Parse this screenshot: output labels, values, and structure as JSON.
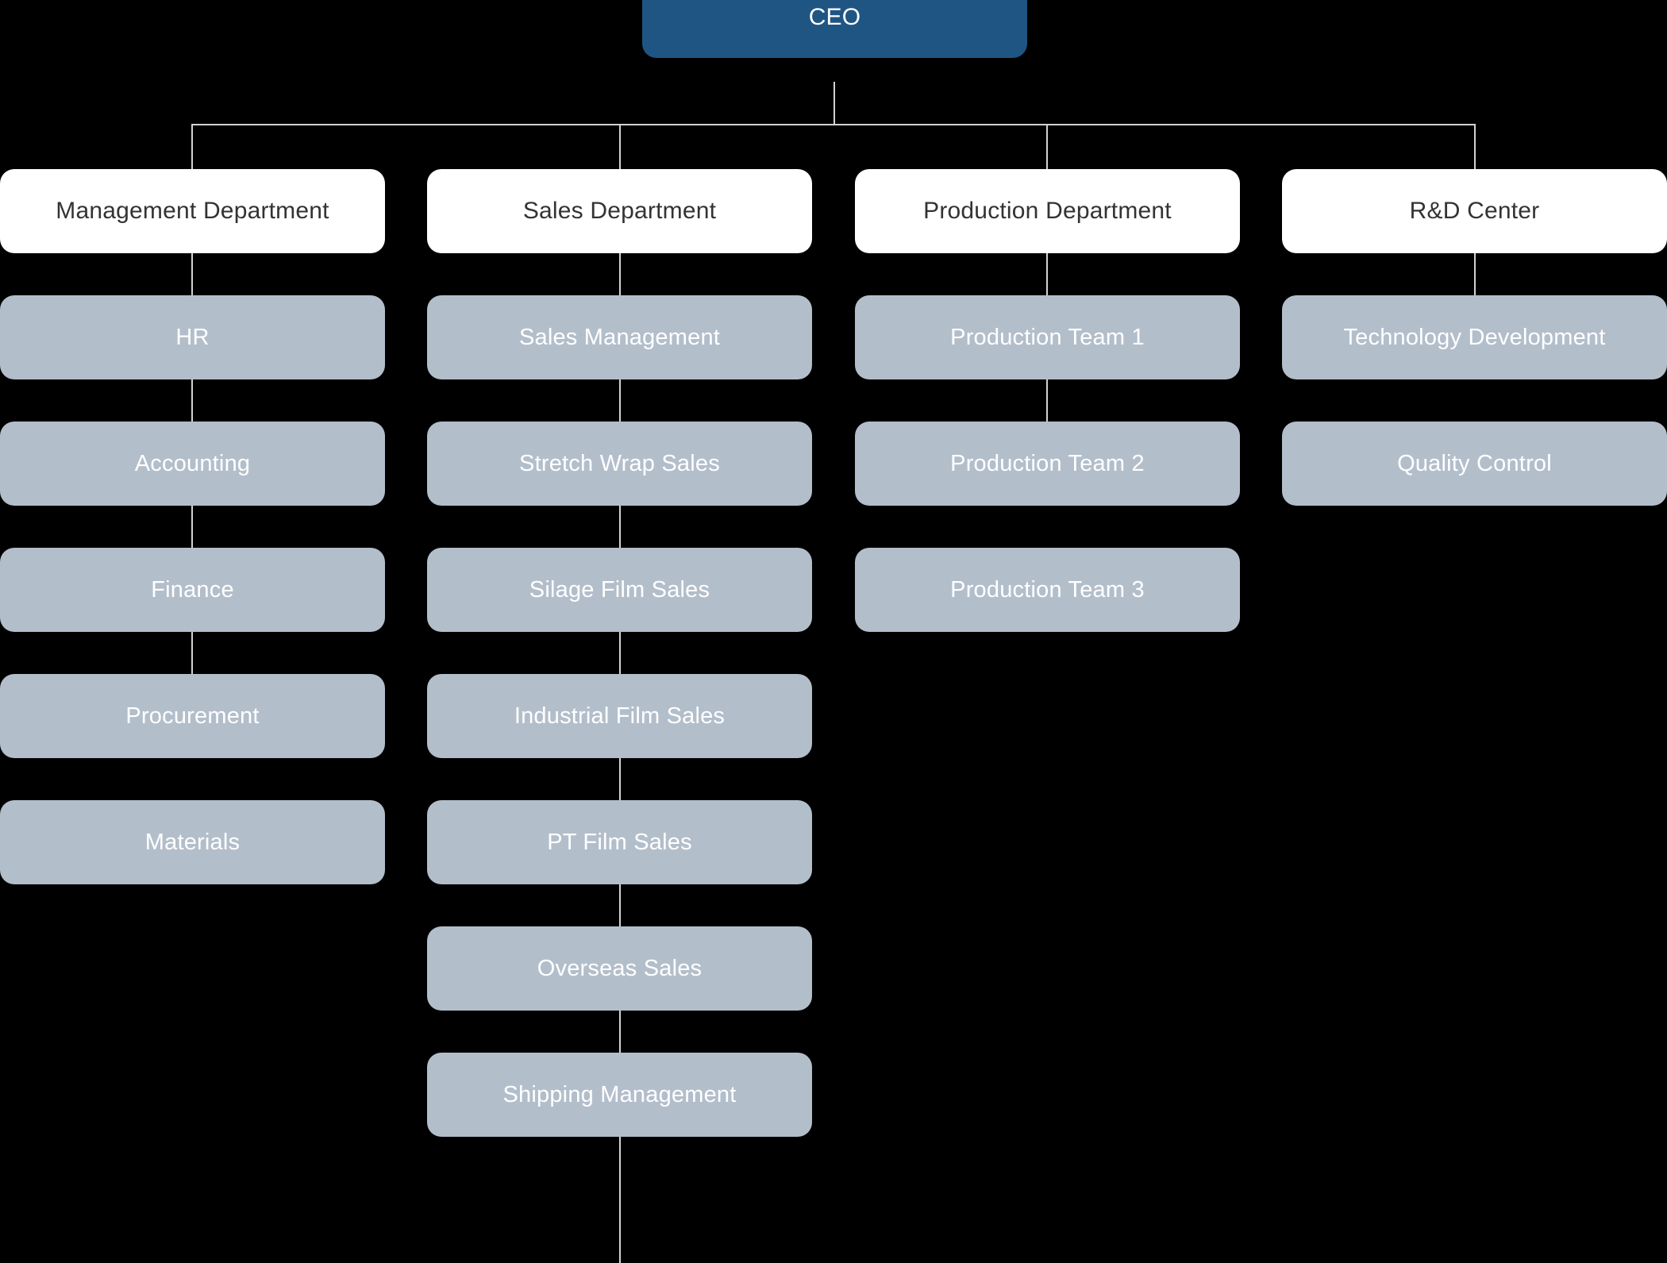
{
  "colors": {
    "background": "#000000",
    "root_box": "#1f5583",
    "root_text": "#ffffff",
    "department_box": "#ffffff",
    "department_text": "#333333",
    "sub_box": "#b3becb",
    "sub_text": "#ffffff",
    "connector_line": "#d2d2d2"
  },
  "chart_data": {
    "type": "diagram",
    "diagram_type": "organization-chart",
    "title": "",
    "root": {
      "label": "CEO",
      "level": 0
    },
    "columns": [
      {
        "department": "Management Department",
        "children": [
          "HR",
          "Accounting",
          "Finance",
          "Procurement",
          "Materials"
        ]
      },
      {
        "department": "Sales Department",
        "children": [
          "Sales Management",
          "Stretch Wrap Sales",
          "Silage Film Sales",
          "Industrial Film Sales",
          "PT Film Sales",
          "Overseas Sales",
          "Shipping Management"
        ]
      },
      {
        "department": "Production Department",
        "children": [
          "Production Team 1",
          "Production Team 2",
          "Production Team 3"
        ]
      },
      {
        "department": "R&D Center",
        "children": [
          "Technology Development",
          "Quality Control"
        ]
      }
    ]
  },
  "org": {
    "root": {
      "label": "CEO"
    },
    "departments": [
      {
        "label": "Management Department"
      },
      {
        "label": "Sales Department"
      },
      {
        "label": "Production Department"
      },
      {
        "label": "R&D Center"
      }
    ],
    "col0": [
      {
        "label": "HR"
      },
      {
        "label": "Accounting"
      },
      {
        "label": "Finance"
      },
      {
        "label": "Procurement"
      },
      {
        "label": "Materials"
      }
    ],
    "col1": [
      {
        "label": "Sales Management"
      },
      {
        "label": "Stretch Wrap Sales"
      },
      {
        "label": "Silage Film Sales"
      },
      {
        "label": "Industrial Film Sales"
      },
      {
        "label": "PT Film Sales"
      },
      {
        "label": "Overseas Sales"
      },
      {
        "label": "Shipping Management"
      }
    ],
    "col2": [
      {
        "label": "Production Team 1"
      },
      {
        "label": "Production Team 2"
      },
      {
        "label": "Production Team 3"
      }
    ],
    "col3": [
      {
        "label": "Technology Development"
      },
      {
        "label": "Quality Control"
      }
    ]
  }
}
